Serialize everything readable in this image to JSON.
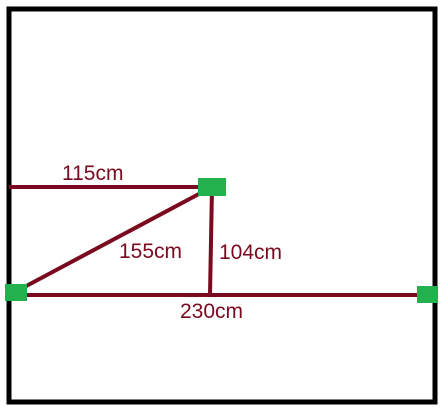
{
  "diagram": {
    "colors": {
      "frame": "#000000",
      "line": "#7a0a1f",
      "node": "#22b14c",
      "background": "#ffffff",
      "label": "#7a0a1f"
    },
    "labels": {
      "top_horizontal": "115cm",
      "diagonal": "155cm",
      "vertical": "104cm",
      "bottom_horizontal": "230cm"
    },
    "nodes": [
      "top-node",
      "left-node",
      "right-node"
    ]
  }
}
